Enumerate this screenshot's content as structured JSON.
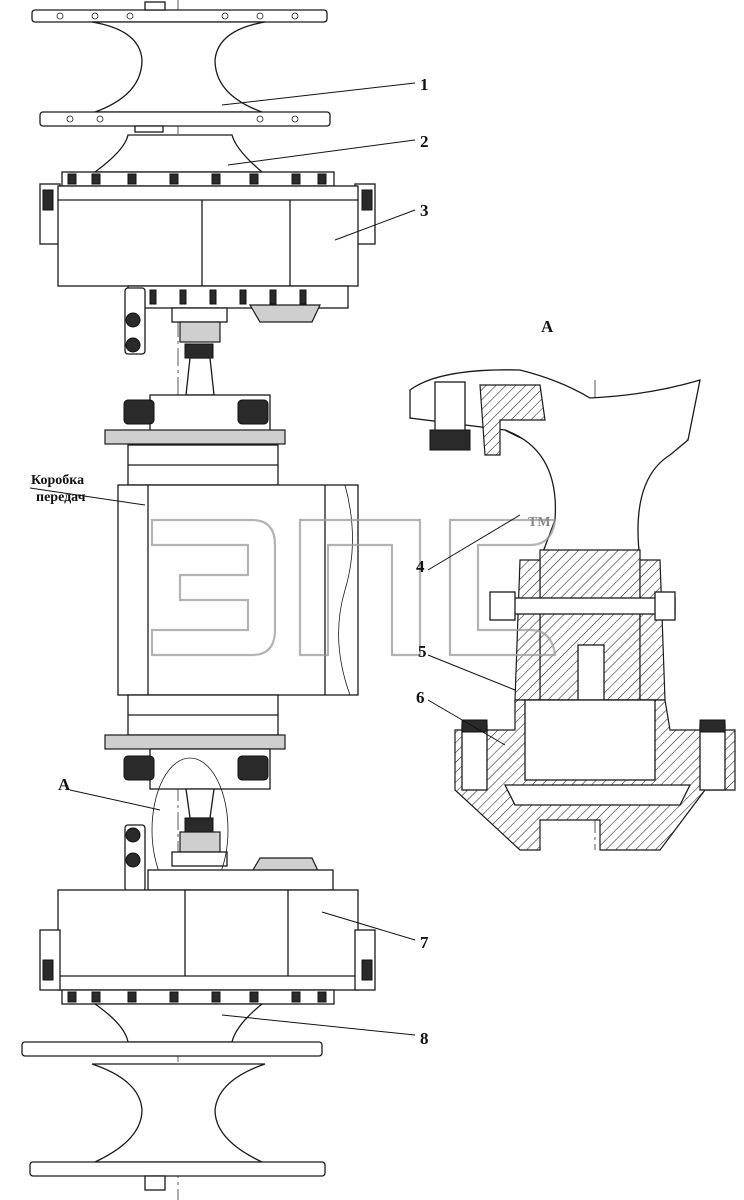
{
  "labels": {
    "part_1": "1",
    "part_2": "2",
    "part_3": "3",
    "part_4": "4",
    "part_5": "5",
    "part_6": "6",
    "part_7": "7",
    "part_8": "8",
    "detail_title": "A",
    "detail_callout": "A",
    "gearbox_line1": "Коробка",
    "gearbox_line2": "передач"
  },
  "watermark": {
    "logo_name": "ЭПС",
    "trademark": "TM"
  }
}
